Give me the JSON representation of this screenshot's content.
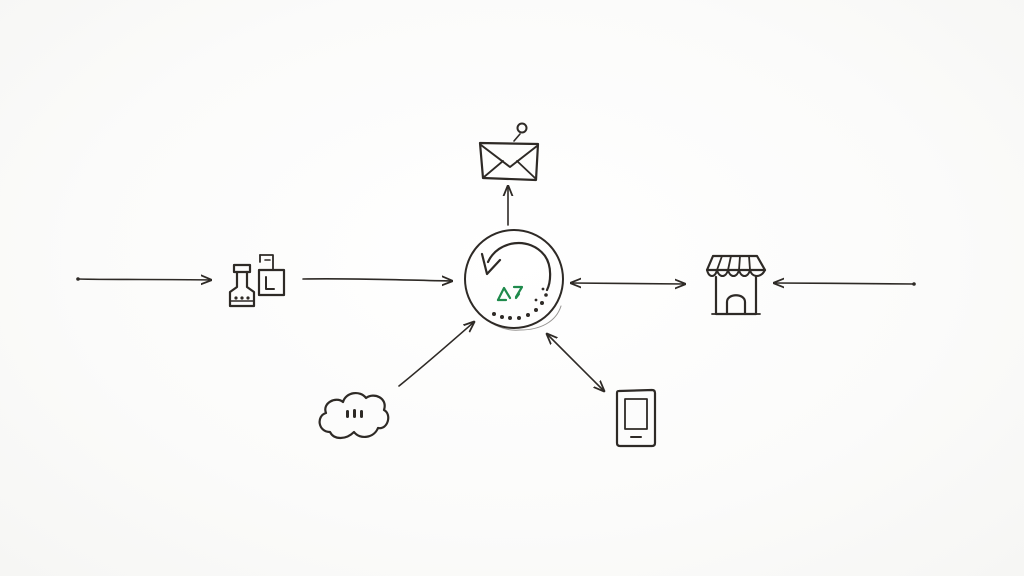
{
  "colors": {
    "background": "#ffffff",
    "ink": "#2e2a26",
    "accent_green": "#1f8a4c"
  },
  "diagram": {
    "hub": {
      "icon": "recycle-cycle-icon"
    },
    "nodes": [
      {
        "id": "email",
        "icon": "envelope-notification-icon"
      },
      {
        "id": "warehouse",
        "icon": "packages-icon"
      },
      {
        "id": "storefront",
        "icon": "storefront-icon"
      },
      {
        "id": "cloud",
        "icon": "cloud-icon"
      },
      {
        "id": "mobile",
        "icon": "smartphone-icon"
      }
    ],
    "connections": [
      {
        "from": "outside-left",
        "to": "warehouse",
        "direction": "to"
      },
      {
        "from": "warehouse",
        "to": "hub",
        "direction": "to"
      },
      {
        "from": "hub",
        "to": "email",
        "direction": "to"
      },
      {
        "from": "hub",
        "to": "storefront",
        "direction": "both"
      },
      {
        "from": "outside-right",
        "to": "storefront",
        "direction": "to"
      },
      {
        "from": "cloud",
        "to": "hub",
        "direction": "to"
      },
      {
        "from": "hub",
        "to": "mobile",
        "direction": "both"
      }
    ]
  }
}
